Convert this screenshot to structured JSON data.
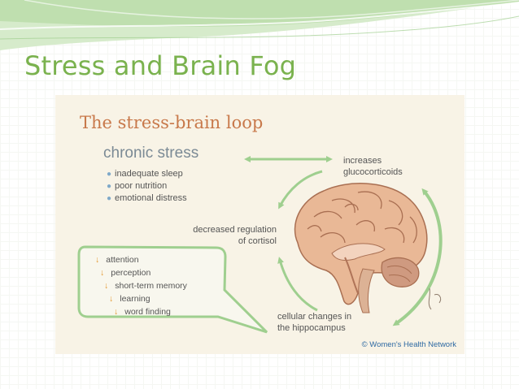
{
  "slide": {
    "title": "Stress and Brain Fog",
    "accent_color": "#7ab24e"
  },
  "figure": {
    "title": "The stress-brain loop",
    "chronic_stress": {
      "heading": "chronic stress",
      "items": [
        "inadequate sleep",
        "poor nutrition",
        "emotional distress"
      ]
    },
    "increases": {
      "line1": "increases",
      "line2": "glucocorticoids"
    },
    "decreased_regulation": {
      "line1": "decreased regulation",
      "line2": "of cortisol"
    },
    "cellular_changes": {
      "line1": "cellular changes in",
      "line2": "the hippocampus"
    },
    "effects": [
      "attention",
      "perception",
      "short-term memory",
      "learning",
      "word finding"
    ],
    "copyright": "© Women's Health Network",
    "arrow_color": "#9fcf8f",
    "brain_color": "#e9b896"
  }
}
